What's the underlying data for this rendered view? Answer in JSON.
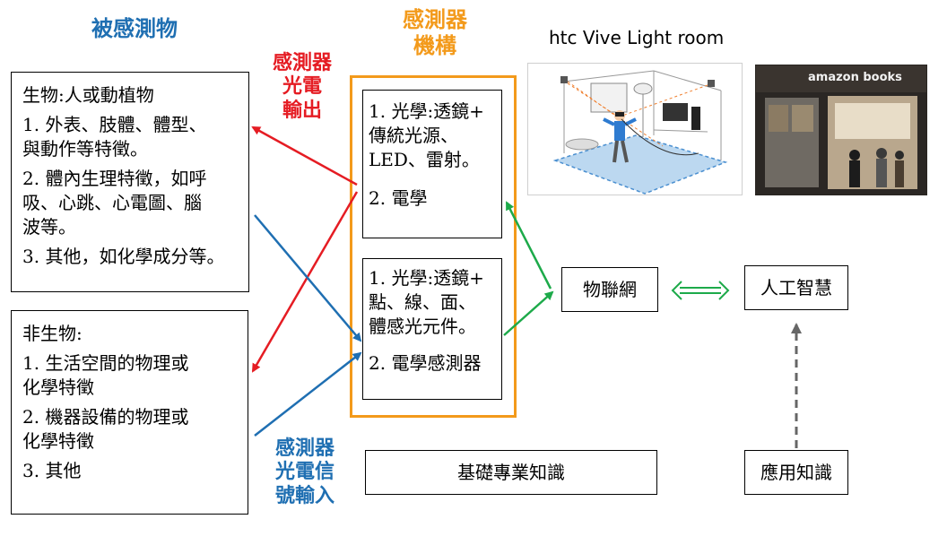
{
  "titles": {
    "sensed_objects": "被感測物",
    "sensor_mechanism_line1": "感測器",
    "sensor_mechanism_line2": "機構",
    "output_line1": "感測器",
    "output_line2": "光電",
    "output_line3": "輸出",
    "input_line1": "感測器",
    "input_line2": "光電信",
    "input_line3": "號輸入",
    "htc_caption": "htc Vive Light room"
  },
  "living_box": {
    "heading": "生物:人或動植物",
    "item1_line1": "1. 外表、肢體、體型、",
    "item1_line2": "與動作等特徵。",
    "item2_line1": "2. 體內生理特徵，如呼",
    "item2_line2": "吸、心跳、心電圖、腦",
    "item2_line3": "波等。",
    "item3": "3. 其他，如化學成分等。"
  },
  "nonliving_box": {
    "heading": "非生物:",
    "item1_line1": "1. 生活空間的物理或",
    "item1_line2": "化學特徵",
    "item2_line1": "2. 機器設備的物理或",
    "item2_line2": "化學特徵",
    "item3": "3. 其他"
  },
  "mech_upper_box": {
    "line1": "1. 光學:透鏡+",
    "line2": "傳統光源、",
    "line3": "LED、雷射。",
    "line4": "2. 電學"
  },
  "mech_lower_box": {
    "line1": "1. 光學:透鏡+",
    "line2": "點、線、面、",
    "line3": "體感光元件。",
    "line4": "2. 電學感測器"
  },
  "iot_box": {
    "label": "物聯網"
  },
  "ai_box": {
    "label": "人工智慧"
  },
  "basic_knowledge_box": {
    "label": "基礎專業知識"
  },
  "applied_knowledge_box": {
    "label": "應用知識"
  },
  "photos": {
    "htc_scene_icon": "vr-room-illustration",
    "amazon_store_sign": "amazon books"
  },
  "colors": {
    "blue": "#1f6fb2",
    "red": "#e51c23",
    "orange": "#f39a1b",
    "green": "#1daa4a",
    "gray_dashed": "#666666"
  }
}
